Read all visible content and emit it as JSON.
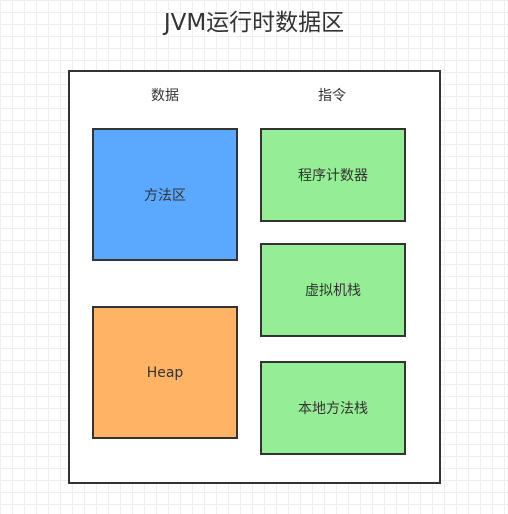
{
  "title": "JVM运行时数据区",
  "columns": {
    "data_label": "数据",
    "instr_label": "指令"
  },
  "data_areas": {
    "method_area": "方法区",
    "heap": "Heap"
  },
  "instruction_areas": {
    "pc_register": "程序计数器",
    "vm_stack": "虚拟机栈",
    "native_stack": "本地方法栈"
  },
  "colors": {
    "method_area": "#5aa9ff",
    "heap": "#ffb465",
    "instruction": "#95ed95"
  }
}
